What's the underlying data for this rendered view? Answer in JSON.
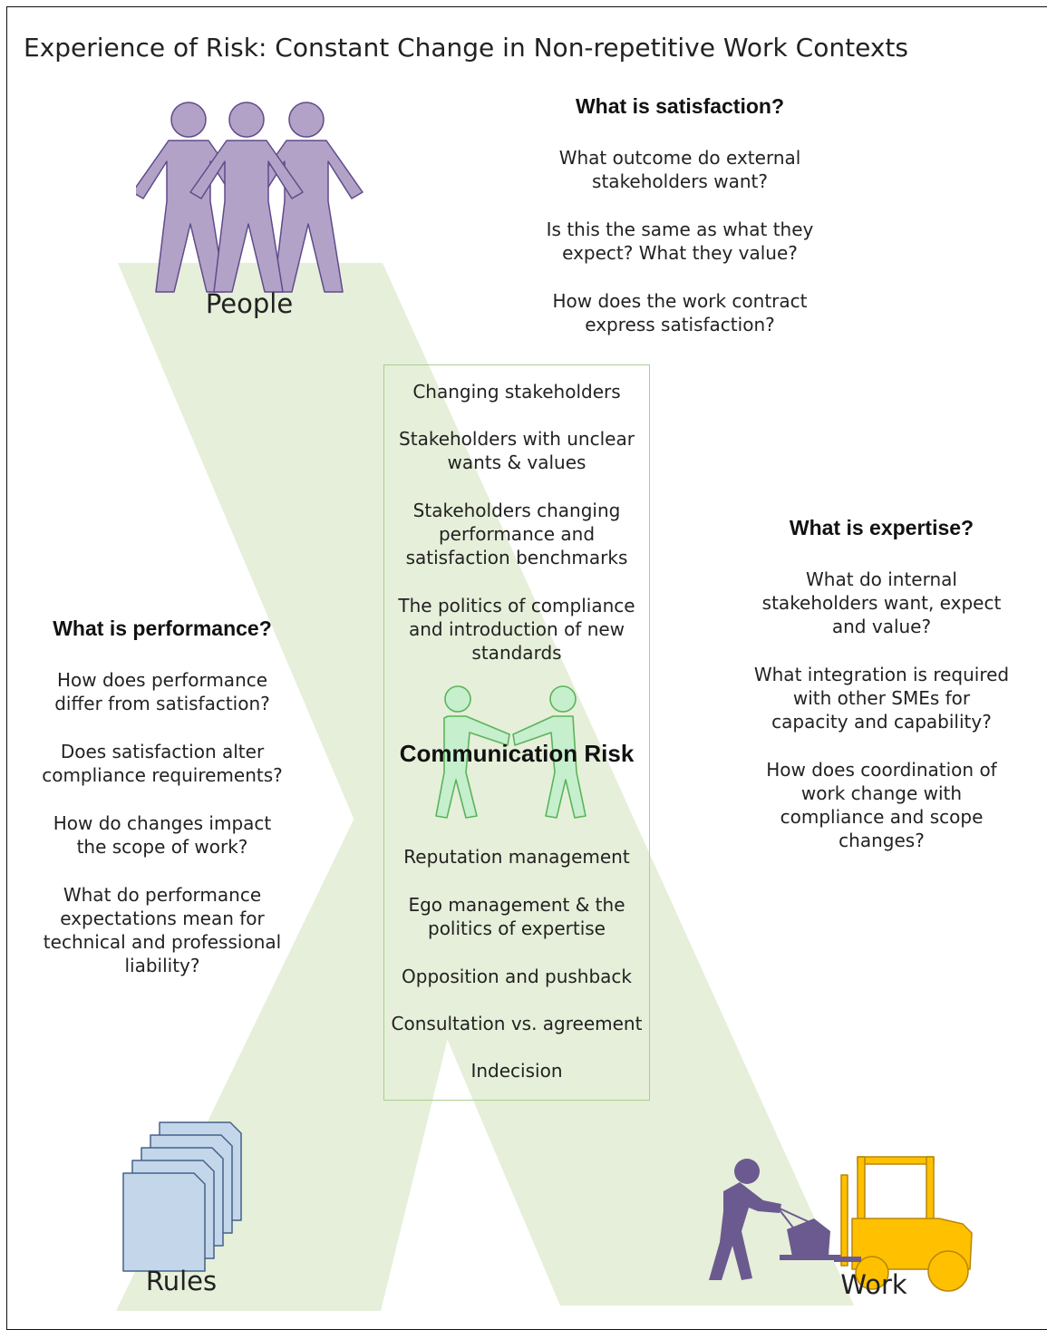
{
  "title": "Experience of Risk: Constant Change in Non-repetitive Work Contexts",
  "colors": {
    "band": "#e6efd9",
    "people": "#b3a2c7",
    "people_outline": "#5f4b8b",
    "rules": "#c4d7ea",
    "rules_outline": "#45618a",
    "worker": "#6b5a8f",
    "forklift": "#ffc000",
    "handshake": "#c6efce",
    "handshake_outline": "#5ab45a",
    "box_border": "#a9cf8e"
  },
  "corners": {
    "people": "People",
    "rules": "Rules",
    "work": "Work"
  },
  "satisfaction": {
    "heading": "What is satisfaction?",
    "questions": [
      "What outcome do external\nstakeholders want?",
      "Is this the same as what they\nexpect? What they value?",
      "How does the work contract\nexpress satisfaction?"
    ]
  },
  "expertise": {
    "heading": "What is expertise?",
    "questions": [
      "What do internal\nstakeholders want, expect\nand value?",
      "What integration is required\nwith other SMEs  for\ncapacity and capability?",
      "How does coordination of\nwork change with\ncompliance and scope\nchanges?"
    ]
  },
  "performance": {
    "heading": "What is performance?",
    "questions": [
      "How does performance\ndiffer from satisfaction?",
      "Does satisfaction alter\ncompliance requirements?",
      "How do changes impact\nthe scope of work?",
      "What do performance\nexpectations mean for\ntechnical and professional\nliability?"
    ]
  },
  "center": {
    "top_items": [
      "Changing stakeholders",
      "Stakeholders with unclear\nwants & values",
      "Stakeholders  changing\nperformance and\nsatisfaction benchmarks",
      "The politics of compliance\nand introduction of new\nstandards"
    ],
    "label": "Communication Risk",
    "bottom_items": [
      "Reputation management",
      "Ego management & the\npolitics of expertise",
      "Opposition and pushback",
      "Consultation vs. agreement",
      "Indecision"
    ]
  }
}
